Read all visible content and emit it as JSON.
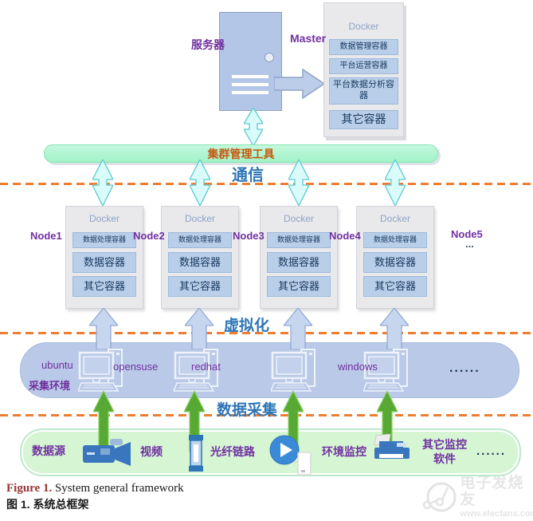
{
  "top": {
    "server_label": "服务器",
    "master_label": "Master",
    "master_docker": {
      "title": "Docker",
      "containers": [
        "数据管理容器",
        "平台运营容器",
        "平台数据分析容器",
        "其它容器"
      ]
    }
  },
  "cluster_bar": {
    "label": "集群管理工具"
  },
  "layers": {
    "communication": "通信",
    "virtualization": "虚拟化",
    "data_collection": "数据采集"
  },
  "nodes": {
    "docker_title": "Docker",
    "containers": [
      "数据处理容器",
      "数据容器",
      "其它容器"
    ],
    "labels": [
      "Node1",
      "Node2",
      "Node3",
      "Node4",
      "Node5"
    ],
    "node5_ellipsis": "..."
  },
  "collect_env": {
    "label": "采集环境",
    "os_labels": [
      "ubuntu",
      "opensuse",
      "redhat",
      "windows"
    ],
    "ellipsis": "......"
  },
  "data_sources": {
    "label": "数据源",
    "items": [
      {
        "label": "视频",
        "icon": "video-camera-icon"
      },
      {
        "label": "光纤链路",
        "icon": "fiber-link-icon"
      },
      {
        "label": "环境监控",
        "icon": "play-monitor-icon"
      },
      {
        "label": "其它监控软件",
        "icon": "printer-icon"
      }
    ],
    "ellipsis": "......"
  },
  "caption": {
    "fig_en_bold": "Figure 1.",
    "fig_en_text": " System general framework",
    "fig_zh_bold": "图 1.",
    "fig_zh_text": "  系统总框架"
  },
  "watermark": {
    "site_name": "电子发烧友",
    "site_url": "www.elecfans.com"
  },
  "colors": {
    "accent_purple": "#7030a0",
    "accent_blue": "#2e75b6",
    "dash_orange": "#ed7d31",
    "bar_green": "#a2f2c8",
    "bar_text_orange": "#c55a11",
    "container_blue": "#b9c9e7",
    "container_green": "#d5f5d3",
    "subbox_blue": "#b9cfe9",
    "subbox_text": "#17375e",
    "arrow_cyan": "#d9fcfa",
    "arrow_green": "#58a933"
  }
}
